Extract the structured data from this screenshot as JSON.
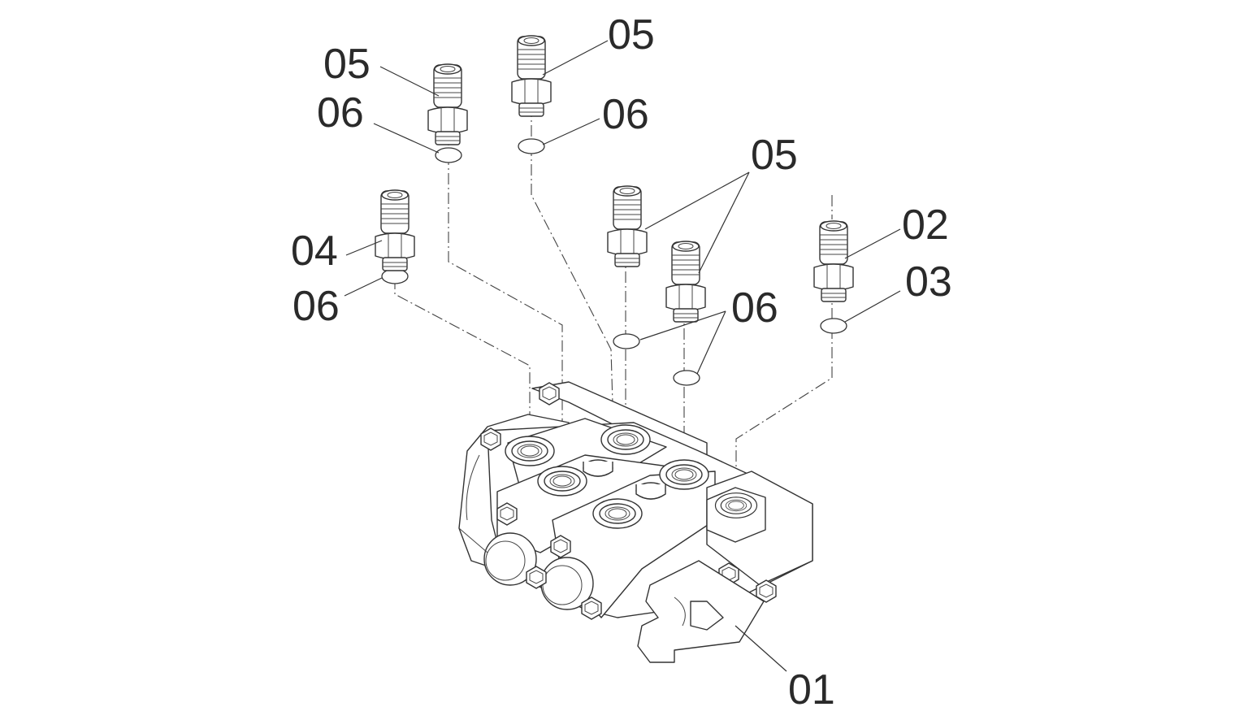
{
  "labels": {
    "p01": "01",
    "p02": "02",
    "p03": "03",
    "p04": "04",
    "p05_a": "05",
    "p05_b": "05",
    "p05_c": "05",
    "p06_a": "06",
    "p06_b": "06",
    "p06_c": "06",
    "p06_d": "06"
  },
  "colors": {
    "line": "#333333",
    "label": "#2a2a2a",
    "background": "#ffffff"
  }
}
